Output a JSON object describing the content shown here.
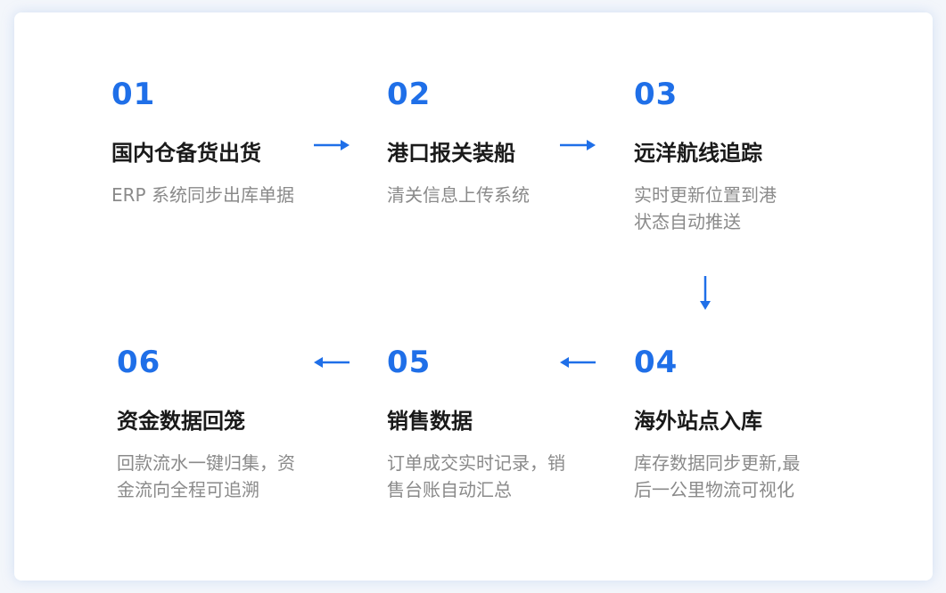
{
  "accent_color": "#1f6fe8",
  "steps": [
    {
      "num": "01",
      "title": "国内仓备货出货",
      "desc": [
        "ERP 系统同步出库单据"
      ]
    },
    {
      "num": "02",
      "title": "港口报关装船",
      "desc": [
        "清关信息上传系统"
      ]
    },
    {
      "num": "03",
      "title": "远洋航线追踪",
      "desc": [
        "实时更新位置到港",
        "状态自动推送"
      ]
    },
    {
      "num": "04",
      "title": "海外站点入库",
      "desc": [
        "库存数据同步更新,最",
        "后一公里物流可视化"
      ]
    },
    {
      "num": "05",
      "title": "销售数据",
      "desc": [
        "订单成交实时记录，销",
        "售台账自动汇总"
      ]
    },
    {
      "num": "06",
      "title": "资金数据回笼",
      "desc": [
        "回款流水一键归集，资",
        "金流向全程可追溯"
      ]
    }
  ],
  "arrows": [
    {
      "from": "01",
      "to": "02",
      "direction": "right"
    },
    {
      "from": "02",
      "to": "03",
      "direction": "right"
    },
    {
      "from": "03",
      "to": "04",
      "direction": "down"
    },
    {
      "from": "04",
      "to": "05",
      "direction": "left"
    },
    {
      "from": "05",
      "to": "06",
      "direction": "left"
    }
  ]
}
